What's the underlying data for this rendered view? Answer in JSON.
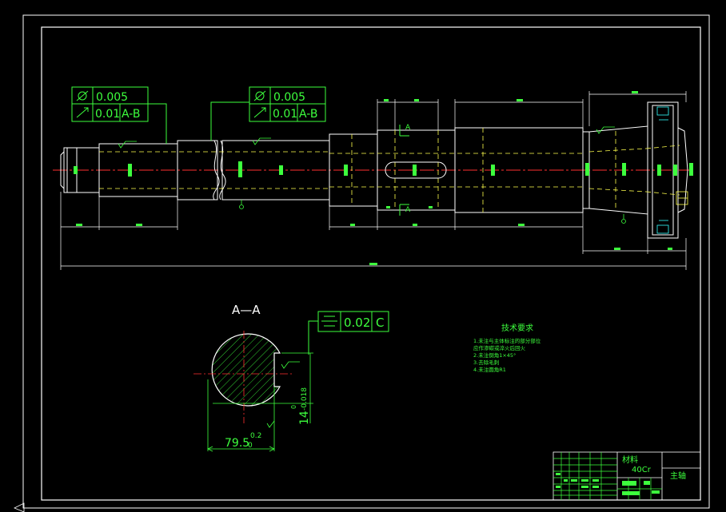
{
  "colors": {
    "background": "#000000",
    "outline": "#ffffff",
    "annotation": "#3dff3d",
    "centerline": "#ff3030",
    "hidden": "#ffff4d",
    "detail": "#33ffff"
  },
  "tolerance_frames": [
    {
      "row1_symbol": "circular-runout-icon",
      "row1_value": "0.005",
      "row2_symbol": "runout-arrow-icon",
      "row2_value": "0.01",
      "row2_datum": "A-B"
    },
    {
      "row1_symbol": "circular-runout-icon",
      "row1_value": "0.005",
      "row2_symbol": "runout-arrow-icon",
      "row2_value": "0.01",
      "row2_datum": "A-B"
    }
  ],
  "section": {
    "marker": "A",
    "title": "A—A",
    "tolerance_symbol": "symmetry-icon",
    "tolerance_value": "0.02",
    "tolerance_datum": "C",
    "diameter_main": "79.5",
    "diameter_upper": "0.2",
    "diameter_lower": "0",
    "depth_main": "14",
    "depth_upper": "0",
    "depth_lower": "-0.018"
  },
  "tech_requirements": {
    "title": "技术要求",
    "items": [
      "1.未注与主体标注的部分部位",
      "  应作渗碳或淬火后回火",
      "2.未注倒角1×45°",
      "3.去除毛刺",
      "4.未注圆角R1"
    ]
  },
  "title_block": {
    "material_label": "材料",
    "material_value": "40Cr",
    "part_name": "主轴"
  }
}
